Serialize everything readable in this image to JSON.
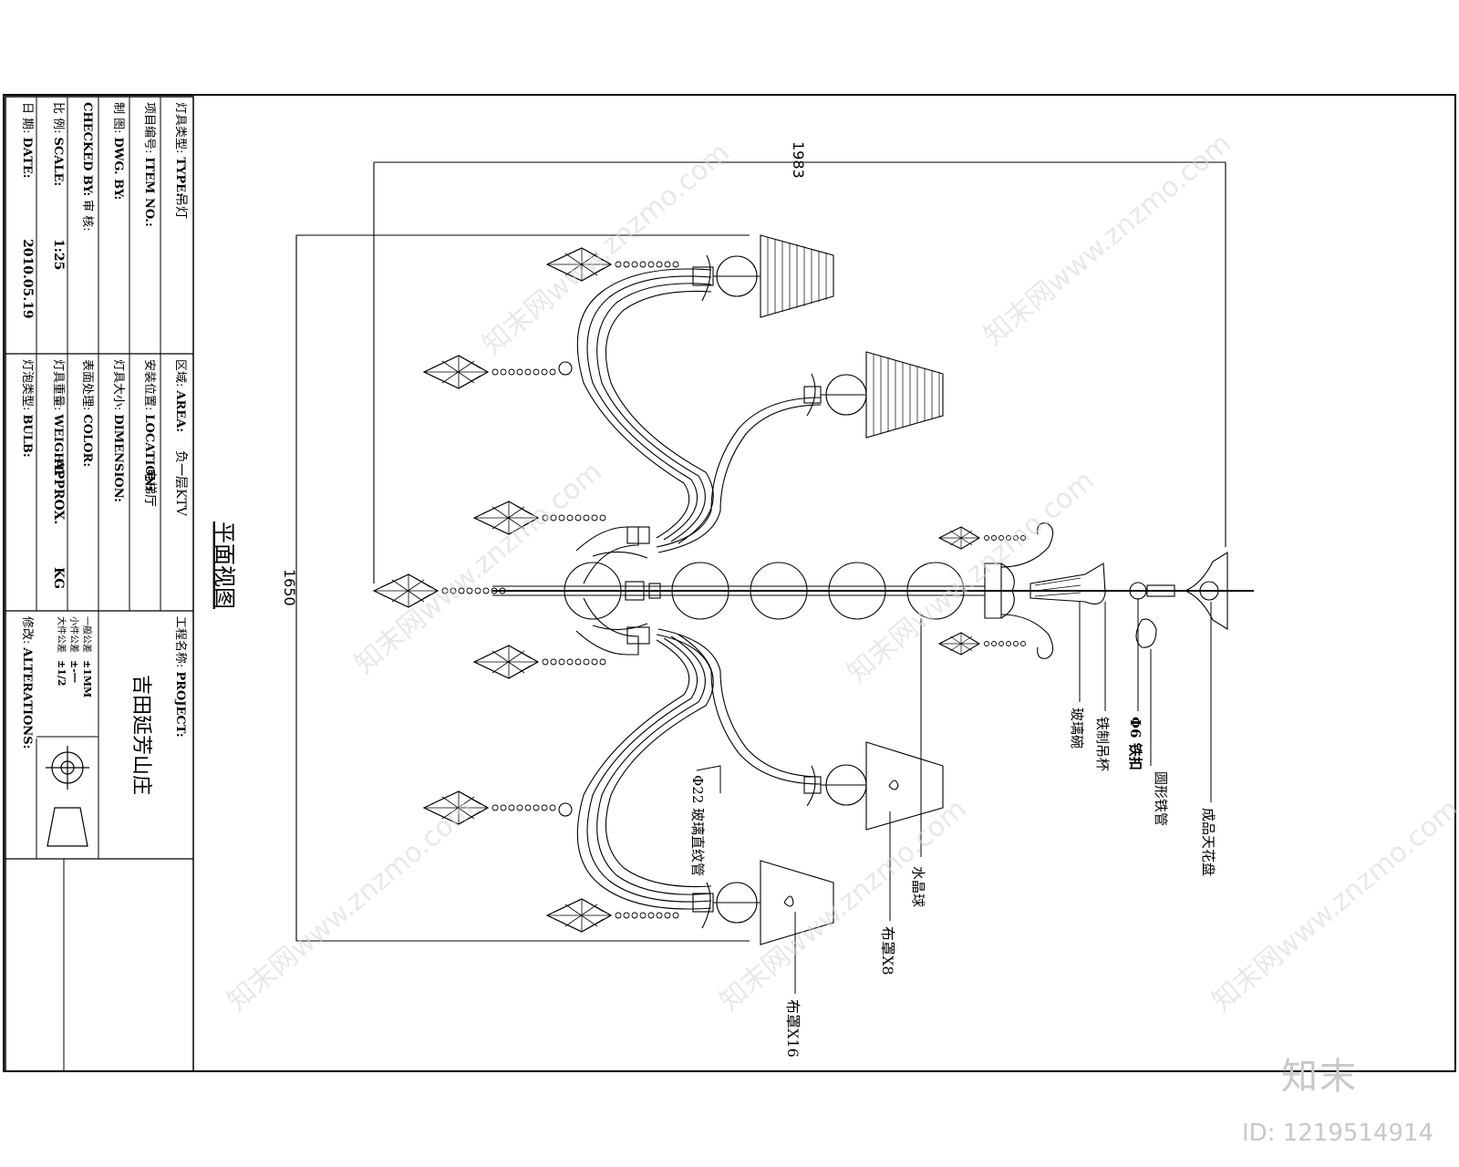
{
  "title_block": {
    "type": {
      "cn": "灯具类型:",
      "en": "TYPE:",
      "value": "吊灯"
    },
    "item_no": {
      "cn": "项目编号:",
      "en": "ITEM NO.:",
      "value": ""
    },
    "drawn_by": {
      "cn": "制    图:",
      "en": "DWG. BY:",
      "value": ""
    },
    "checked_by": {
      "cn": "审    核:",
      "en": "CHECKED BY:",
      "value": ""
    },
    "scale": {
      "cn": "比    例:",
      "en": "SCALE:",
      "value": "1:25"
    },
    "date": {
      "cn": "日    期:",
      "en": "DATE:",
      "value": "2010.05.19"
    },
    "area": {
      "cn": "区域:",
      "en": "AREA:",
      "value": "负一层KTV"
    },
    "location": {
      "cn": "安装位置:",
      "en": "LOCATION:",
      "value": "电梯厅"
    },
    "dimension": {
      "cn": "灯具大小:",
      "en": "DIMENSION:",
      "value": ""
    },
    "color": {
      "cn": "表面处理:",
      "en": "COLOR:",
      "value": ""
    },
    "weight": {
      "cn": "灯具重量:",
      "en": "WEIGHT:",
      "value": "APPROX.",
      "unit": "KG"
    },
    "bulb": {
      "cn": "灯泡类型:",
      "en": "BULB:",
      "value": ""
    },
    "project": {
      "cn": "工程名称:",
      "en": "PROJECT:",
      "value": "吉田延芳山庄"
    },
    "tolerance": [
      {
        "label": "一般公差",
        "value": "±1MM"
      },
      {
        "label": "小件公差",
        "value": "±-一"
      },
      {
        "label": "大件公差",
        "value": "±1/2"
      }
    ],
    "alterations": {
      "cn": "修改:",
      "en": "ALTERATIONS:"
    }
  },
  "view_title": "平面视图",
  "dimensions": {
    "overall_length": "1983",
    "overall_width": "1650"
  },
  "callouts": [
    "Φ22 玻璃直纹管",
    "水晶球",
    "布罩X8",
    "布罩X16",
    "玻璃碗",
    "铁制吊杯",
    "Φ6 铁扣",
    "圆形铁管",
    "成品天花盘"
  ],
  "watermark": "知末网www.znzmo.com",
  "brand": "知末",
  "image_id": "ID: 1219514914"
}
